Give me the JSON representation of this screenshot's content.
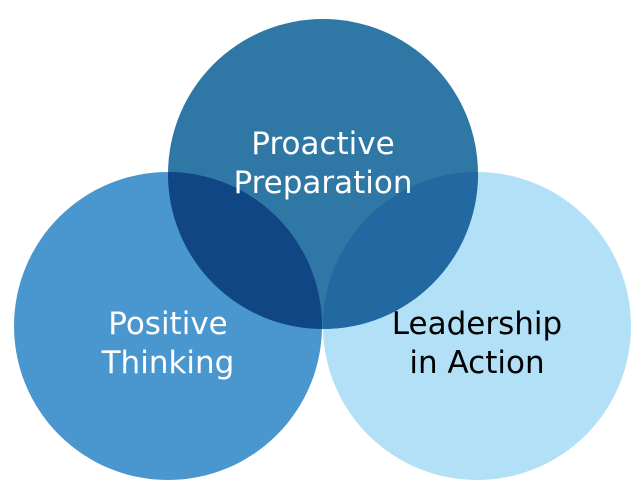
{
  "circles": {
    "top": {
      "lines": [
        "Proactive",
        "Preparation"
      ],
      "color": "#2F77A5",
      "text_color": "#FFFFFF"
    },
    "left": {
      "lines": [
        "Positive",
        "Thinking"
      ],
      "color": "#4A96CE",
      "text_color": "#FFFFFF"
    },
    "right": {
      "lines": [
        "Leadership",
        "in Action"
      ],
      "color": "#B2E0F7",
      "text_color": "#000000"
    }
  },
  "overlaps": {
    "top_left": "#0F4683",
    "top_right": "#2268A1"
  }
}
